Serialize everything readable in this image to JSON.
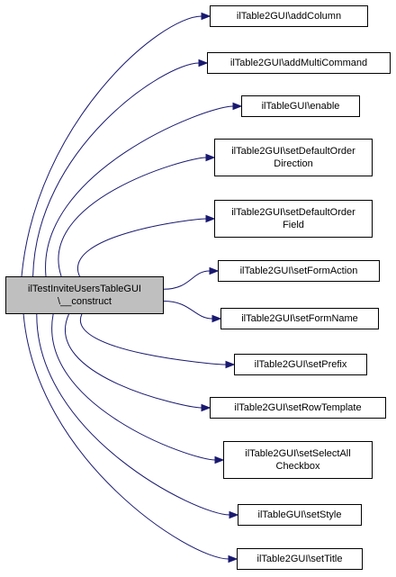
{
  "colors": {
    "edge": "#191970",
    "root_fill": "#bfbfbf",
    "node_fill": "#ffffff",
    "border": "#000000"
  },
  "root": {
    "lines": [
      "ilTestInviteUsersTableGUI",
      "\\__construct"
    ]
  },
  "callees": [
    {
      "id": "addColumn",
      "lines": [
        "ilTable2GUI\\addColumn"
      ]
    },
    {
      "id": "addMultiCommand",
      "lines": [
        "ilTable2GUI\\addMultiCommand"
      ]
    },
    {
      "id": "enable",
      "lines": [
        "ilTableGUI\\enable"
      ]
    },
    {
      "id": "setDefaultOrderDirection",
      "lines": [
        "ilTable2GUI\\setDefaultOrder",
        "Direction"
      ]
    },
    {
      "id": "setDefaultOrderField",
      "lines": [
        "ilTable2GUI\\setDefaultOrder",
        "Field"
      ]
    },
    {
      "id": "setFormAction",
      "lines": [
        "ilTable2GUI\\setFormAction"
      ]
    },
    {
      "id": "setFormName",
      "lines": [
        "ilTable2GUI\\setFormName"
      ]
    },
    {
      "id": "setPrefix",
      "lines": [
        "ilTable2GUI\\setPrefix"
      ]
    },
    {
      "id": "setRowTemplate",
      "lines": [
        "ilTable2GUI\\setRowTemplate"
      ]
    },
    {
      "id": "setSelectAllCheckbox",
      "lines": [
        "ilTable2GUI\\setSelectAll",
        "Checkbox"
      ]
    },
    {
      "id": "setStyle",
      "lines": [
        "ilTableGUI\\setStyle"
      ]
    },
    {
      "id": "setTitle",
      "lines": [
        "ilTable2GUI\\setTitle"
      ]
    }
  ]
}
